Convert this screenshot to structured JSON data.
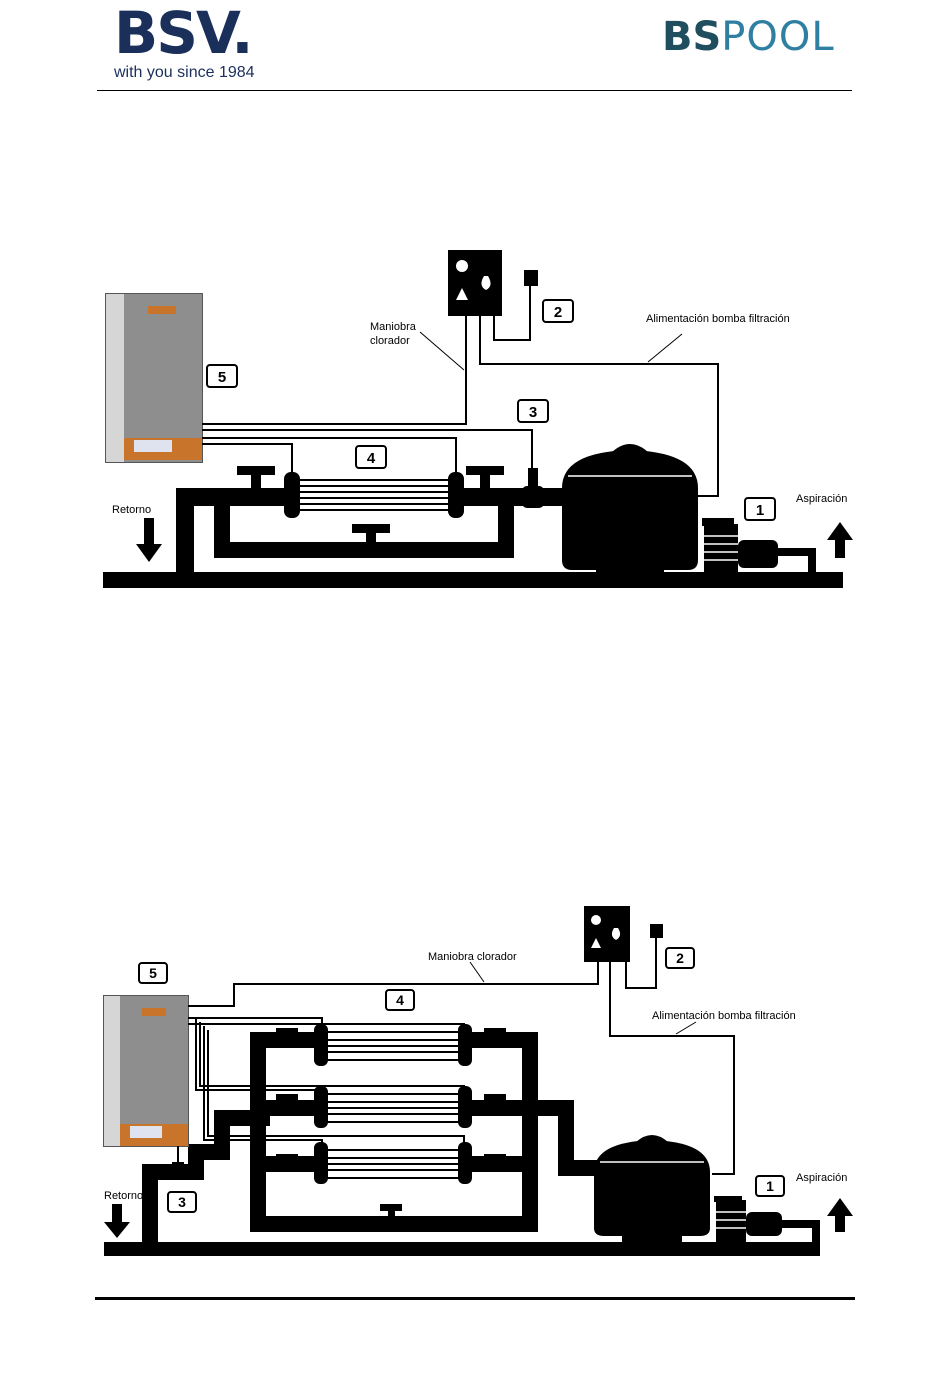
{
  "header": {
    "bsv_logo": "BSV.",
    "bsv_tagline": "with you since 1984",
    "bspool_logo_bs": "BS",
    "bspool_logo_pool": "POOL"
  },
  "diagram_1": {
    "label_maniobra_line1": "Maniobra",
    "label_maniobra_line2": "clorador",
    "label_alimentacion": "Alimentación bomba filtración",
    "label_retorno": "Retorno",
    "label_aspiracion": "Aspiración",
    "callouts": [
      "1",
      "2",
      "3",
      "4",
      "5"
    ]
  },
  "diagram_2": {
    "label_maniobra": "Maniobra clorador",
    "label_alimentacion": "Alimentación bomba filtración",
    "label_retorno": "Retorno",
    "label_aspiracion": "Aspiración",
    "callouts": [
      "1",
      "2",
      "3",
      "4",
      "5"
    ]
  },
  "colors": {
    "navy": "#1a2f5a",
    "teal": "#1f4f5e",
    "blue": "#2f7fa3",
    "copper": "#c8742a",
    "steel": "#9a9a9a"
  }
}
